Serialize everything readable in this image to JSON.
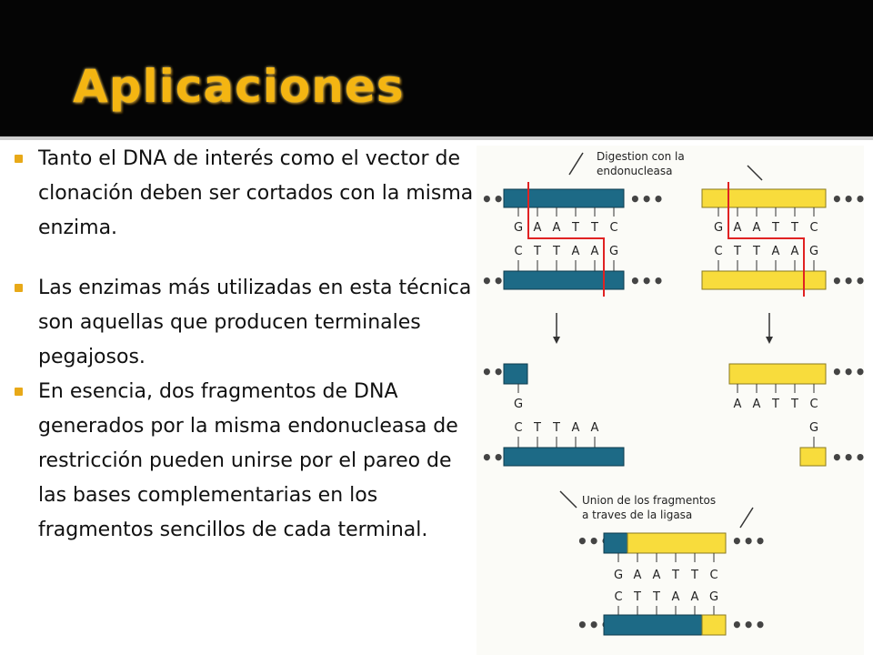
{
  "slide": {
    "title": "Aplicaciones",
    "bullets": [
      "Tanto el DNA de interés como el vector de clonación deben ser cortados con la misma enzima.",
      "Las enzimas más utilizadas en esta técnica son aquellas que producen terminales pegajosos.",
      "En esencia, dos fragmentos de DNA generados por la misma endonucleasa de restricción pueden unirse por el pareo de las bases complementarias en los fragmentos sencillos de cada terminal."
    ]
  },
  "figure": {
    "label_top_line1": "Digestion con la",
    "label_top_line2": "endonucleasa",
    "label_bottom_line1": "Union de los fragmentos",
    "label_bottom_line2": "a traves de la ligasa",
    "top_strand_bases": [
      "G",
      "A",
      "A",
      "T",
      "T",
      "C"
    ],
    "bottom_strand_bases": [
      "C",
      "T",
      "T",
      "A",
      "A",
      "G"
    ],
    "cut_left_upper_base": "G",
    "cut_left_lower_bases": [
      "C",
      "T",
      "T",
      "A",
      "A"
    ],
    "cut_right_upper_bases": [
      "A",
      "A",
      "T",
      "T",
      "C"
    ],
    "cut_right_lower_base": "G",
    "ellipsis": "•••",
    "colors": {
      "dna_blue": "#1d6a86",
      "vector_yellow": "#f8dc3c",
      "cut_line_red": "#e02222",
      "title_gold": "#f4b512",
      "bullet_marker": "#e8a918"
    }
  }
}
